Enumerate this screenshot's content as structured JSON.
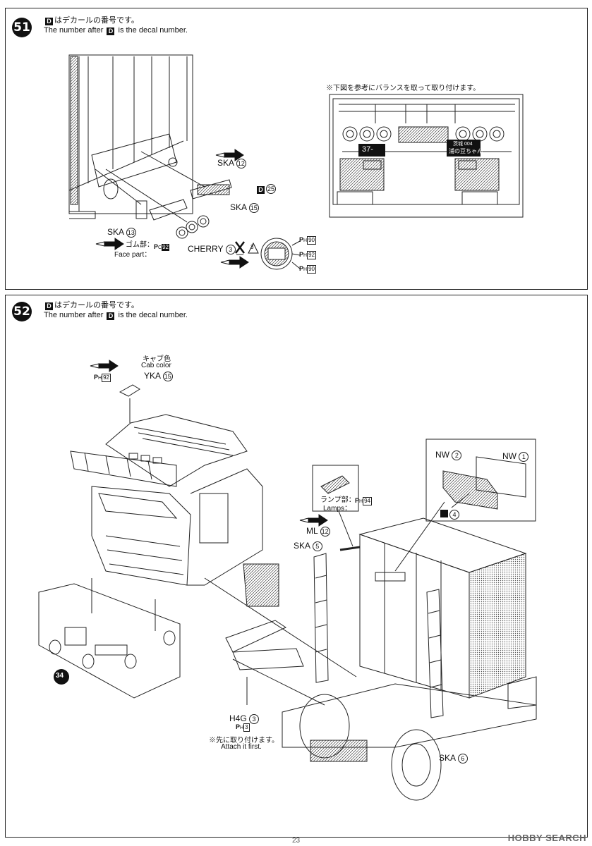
{
  "page_number": "23",
  "watermark": "HOBBY SEARCH",
  "step51": {
    "number": "51",
    "note_jp": "はデカールの番号です。",
    "note_en_pre": "The number after",
    "note_en_post": "is the decal number.",
    "d_glyph": "D",
    "inset_note": "※下図を参考にバランスを取って取り付けます。",
    "plate_left": "37-",
    "plate_right_top": "茨城 004",
    "plate_right_main": "浦の豆ちゃん",
    "labels": {
      "ska12": "SKA",
      "ska12_num": "12",
      "ska15": "SKA",
      "ska15_num": "15",
      "ska13": "SKA",
      "ska13_num": "13",
      "d25": "25",
      "gomu_jp": "ゴム部：",
      "face_part": "Face part：",
      "pc92": "92",
      "cherry": "CHERRY",
      "cherry_num": "3",
      "x3": "3",
      "ph90a": "90",
      "ph92": "92",
      "ph90b": "90"
    }
  },
  "step52": {
    "number": "52",
    "note_jp": "はデカールの番号です。",
    "note_en_pre": "The number after",
    "note_en_post": "is the decal number.",
    "d_glyph": "D",
    "labels": {
      "cab_jp": "キャブ色",
      "cab_en": "Cab color",
      "yka": "YKA",
      "yka_num": "15",
      "ph92": "92",
      "nw2": "NW",
      "nw2_num": "2",
      "nw1": "NW",
      "nw1_num": "1",
      "d4": "4",
      "lamp_jp": "ランプ部：",
      "lamps_en": "Lamps：",
      "ph94": "94",
      "ml": "ML",
      "ml_num": "12",
      "ska5": "SKA",
      "ska5_num": "5",
      "h4g": "H4G",
      "h4g_num": "3",
      "ph3": "3",
      "attach_jp": "※先に取り付けます。",
      "attach_en": "Attach it first.",
      "ska6": "SKA",
      "ska6_num": "6",
      "ref34": "34"
    }
  }
}
